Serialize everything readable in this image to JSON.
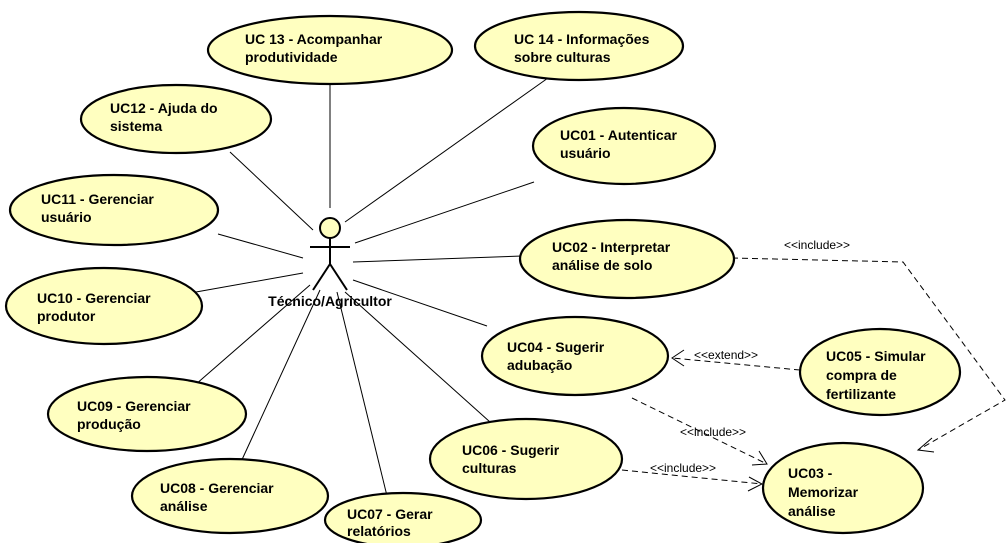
{
  "diagram": {
    "type": "uml-use-case",
    "colors": {
      "use_case_fill": "#ffffc0",
      "stroke": "#000000",
      "background": "#ffffff"
    },
    "actor": {
      "name": "Técnico/Agricultor"
    },
    "use_cases": [
      {
        "id": "uc13",
        "lines": [
          "UC 13 - Acompanhar",
          "produtividade"
        ]
      },
      {
        "id": "uc14",
        "lines": [
          "UC 14 - Informações",
          "sobre culturas"
        ]
      },
      {
        "id": "uc12",
        "lines": [
          "UC12 - Ajuda do",
          "sistema"
        ]
      },
      {
        "id": "uc01",
        "lines": [
          "UC01 - Autenticar",
          "usuário"
        ]
      },
      {
        "id": "uc11",
        "lines": [
          "UC11 - Gerenciar",
          "usuário"
        ]
      },
      {
        "id": "uc02",
        "lines": [
          "UC02 - Interpretar",
          "análise de solo"
        ]
      },
      {
        "id": "uc10",
        "lines": [
          "UC10 - Gerenciar",
          "produtor"
        ]
      },
      {
        "id": "uc04",
        "lines": [
          "UC04 - Sugerir",
          "adubação"
        ]
      },
      {
        "id": "uc05",
        "lines": [
          "UC05 - Simular",
          "compra de",
          "fertilizante"
        ]
      },
      {
        "id": "uc09",
        "lines": [
          "UC09 - Gerenciar",
          "produção"
        ]
      },
      {
        "id": "uc06",
        "lines": [
          "UC06 - Sugerir",
          "culturas"
        ]
      },
      {
        "id": "uc03",
        "lines": [
          "UC03 -",
          "Memorizar",
          "análise"
        ]
      },
      {
        "id": "uc08",
        "lines": [
          "UC08 - Gerenciar",
          "análise"
        ]
      },
      {
        "id": "uc07",
        "lines": [
          "UC07 - Gerar",
          "relatórios"
        ]
      }
    ],
    "associations": [
      "uc13",
      "uc14",
      "uc12",
      "uc01",
      "uc11",
      "uc02",
      "uc10",
      "uc04",
      "uc09",
      "uc06",
      "uc08",
      "uc07"
    ],
    "relationships": [
      {
        "id": "rel-uc02-uc03",
        "from": "uc02",
        "to": "uc03",
        "label": "<<include>>"
      },
      {
        "id": "rel-uc05-uc04",
        "from": "uc05",
        "to": "uc04",
        "label": "<<extend>>"
      },
      {
        "id": "rel-uc04-uc03",
        "from": "uc04",
        "to": "uc03",
        "label": "<<include>>"
      },
      {
        "id": "rel-uc06-uc03",
        "from": "uc06",
        "to": "uc03",
        "label": "<<include>>"
      }
    ]
  }
}
